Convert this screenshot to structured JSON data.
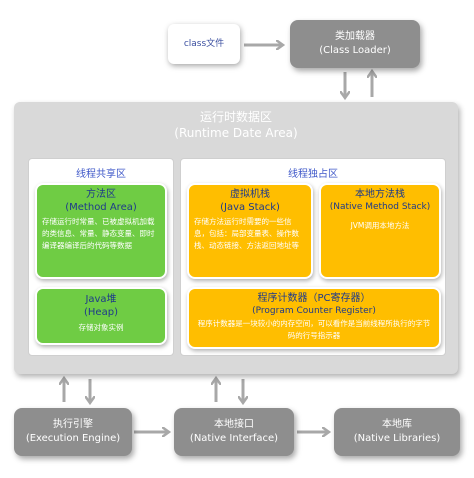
{
  "class_file": {
    "label": "class文件"
  },
  "class_loader": {
    "title": "类加载器",
    "subtitle": "(Class Loader)"
  },
  "runtime_area": {
    "title": "运行时数据区",
    "subtitle": "(Runtime Date Area)"
  },
  "shared": {
    "title": "线程共享区",
    "method_area": {
      "title": "方法区",
      "subtitle": "(Method Area)",
      "desc": "存储运行时常量、已被虚拟机加载的类信息、常量、静态变量、即时编译器编译后的代码等数据"
    },
    "heap": {
      "title": "Java堆",
      "subtitle": "(Heap)",
      "desc": "存储对象实例"
    }
  },
  "exclusive": {
    "title": "线程独占区",
    "java_stack": {
      "title": "虚拟机栈",
      "subtitle": "(Java Stack)",
      "desc": "存储方法运行时需要的一些信息，包括：局部变量表、操作数栈、动态链接、方法返回地址等"
    },
    "native_stack": {
      "title": "本地方法栈",
      "subtitle": "(Native Method Stack)",
      "desc": "JVM调用本地方法"
    },
    "pc_register": {
      "title": "程序计数器（PC寄存器）",
      "subtitle": "(Program Counter Register)",
      "desc": "程序计数器是一块较小的内存空间，可以看作是当前线程所执行的字节码的行号指示器"
    }
  },
  "execution_engine": {
    "title": "执行引擎",
    "subtitle": "(Execution Engine)"
  },
  "native_interface": {
    "title": "本地接口",
    "subtitle": "(Native Interface)"
  },
  "native_libraries": {
    "title": "本地库",
    "subtitle": "(Native Libraries)"
  },
  "colors": {
    "arrow": "#a8a8a8",
    "gray_box": "#8e8e8e",
    "green": "#6fcc44",
    "orange": "#ffbe00",
    "panel_title": "#3f58c9"
  }
}
